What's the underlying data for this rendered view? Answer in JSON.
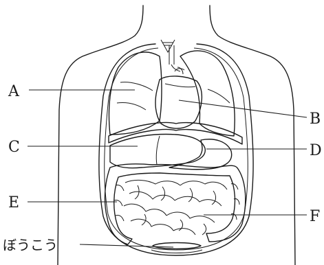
{
  "diagram": {
    "labels": {
      "a": "A",
      "b": "B",
      "c": "C",
      "d": "D",
      "e": "E",
      "f": "F",
      "bladder": "ぼうこう"
    },
    "colors": {
      "outline": "#1a1a1a",
      "lungs": "#d9d9d9",
      "heart": "#8c8c8c",
      "liver": "#b3b3b3",
      "stomach": "#cfcfcf",
      "large_intestine": "#7a7a7a",
      "small_intestine_bg": "#ffffff"
    }
  }
}
